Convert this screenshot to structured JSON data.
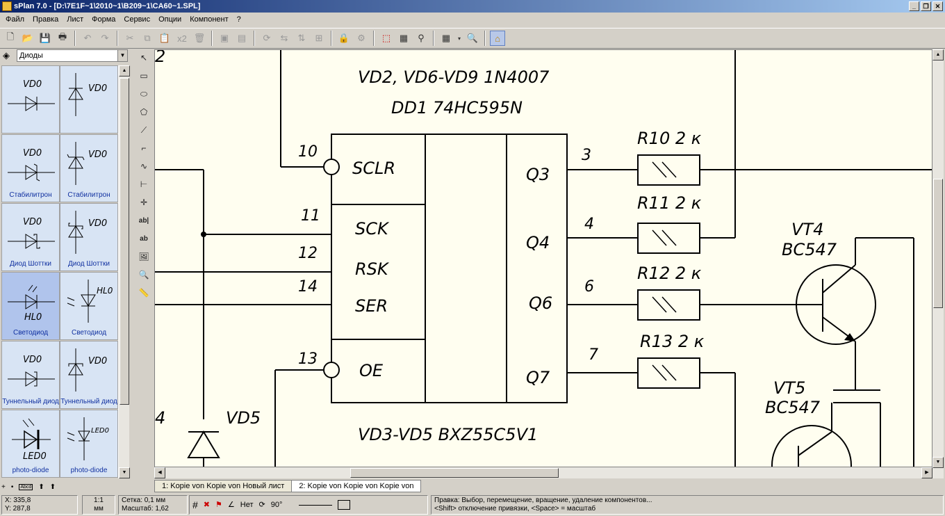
{
  "window": {
    "title": "sPlan 7.0 - [D:\\7E1F~1\\2010~1\\B209~1\\CA60~1.SPL]"
  },
  "menu": [
    "Файл",
    "Правка",
    "Лист",
    "Форма",
    "Сервис",
    "Опции",
    "Компонент",
    "?"
  ],
  "toolbar": {
    "scale_label": "x2"
  },
  "library": {
    "selected": "Диоды",
    "items": [
      {
        "label": "",
        "ref": "VD0"
      },
      {
        "label": "",
        "ref": "VD0"
      },
      {
        "label": "Стабилитрон",
        "ref": "VD0"
      },
      {
        "label": "Стабилитрон",
        "ref": "VD0"
      },
      {
        "label": "Диод Шоттки",
        "ref": "VD0"
      },
      {
        "label": "Диод Шоттки",
        "ref": "VD0"
      },
      {
        "label": "Светодиод",
        "ref": "HL0"
      },
      {
        "label": "Светодиод",
        "ref": "HL0"
      },
      {
        "label": "Туннельный диод",
        "ref": "VD0"
      },
      {
        "label": "Туннельный диод",
        "ref": "VD0"
      },
      {
        "label": "photo-diode",
        "ref": "LED0"
      },
      {
        "label": "photo-diode",
        "ref": "LED0"
      }
    ]
  },
  "schematic": {
    "note1": "VD2, VD6-VD9 1N4007",
    "note2": "DD1 74HC595N",
    "note3": "VD3-VD5 BXZ55C5V1",
    "partial_top": "2",
    "partial_left": "4",
    "vd5": "VD5",
    "pins_left": [
      {
        "num": "10",
        "name": "SCLR"
      },
      {
        "num": "11",
        "name": "SCK"
      },
      {
        "num": "12",
        "name": "RSK"
      },
      {
        "num": "14",
        "name": "SER"
      },
      {
        "num": "13",
        "name": "OE"
      }
    ],
    "pins_right": [
      {
        "num": "3",
        "name": "Q3",
        "res": "R10 2 к"
      },
      {
        "num": "4",
        "name": "Q4",
        "res": "R11 2 к"
      },
      {
        "num": "6",
        "name": "Q6",
        "res": "R12 2 к"
      },
      {
        "num": "7",
        "name": "Q7",
        "res": "R13 2 к"
      }
    ],
    "vt4": {
      "ref": "VT4",
      "part": "BC547"
    },
    "vt5": {
      "ref": "VT5",
      "part": "BC547"
    }
  },
  "tabs": [
    "1: Kopie von Kopie von Новый лист",
    "2: Kopie von Kopie von Kopie von"
  ],
  "status": {
    "x": "X: 335,8",
    "y": "Y: 287,8",
    "unit": "мм",
    "zoom_ratio": "1:1",
    "grid": "Сетка: 0,1 мм",
    "scale": "Масштаб:  1,62",
    "angle_mode": "Нет",
    "rotation": "90°",
    "hint1": "Правка: Выбор, перемещение, вращение, удаление компонентов...",
    "hint2": "<Shift> отключение привязки, <Space> = масштаб"
  }
}
